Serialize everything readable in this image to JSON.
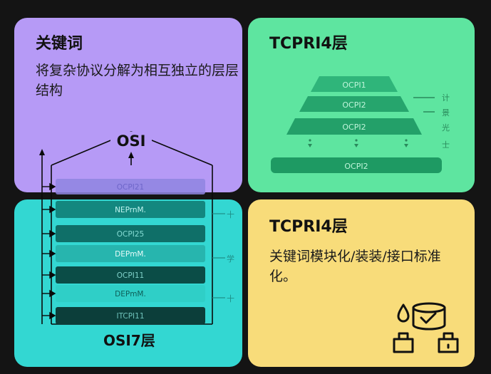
{
  "cards": {
    "keywords": {
      "title": "关键词",
      "body": "将复杂协议分解为相互独立的层层结构"
    },
    "tcp_top": {
      "title": "TCPRI4层",
      "pyramid_labels": [
        "OCPI1",
        "OCPI2",
        "OCPI2",
        "OCPI2"
      ],
      "side_labels": [
        "计",
        "景",
        "光",
        "士"
      ]
    },
    "osi": {
      "top_label": "OSI",
      "bottom_label": "OSI7层",
      "layers": [
        "OCPI21",
        "NEPrnM.",
        "OCPI25",
        "DEPmM.",
        "OCPI11",
        "DEPmM.",
        "ITCPI11"
      ],
      "side_marks": [
        "十",
        "学",
        "十"
      ]
    },
    "tcp_bottom": {
      "title": "TCPRI4层",
      "body": "关键词模块化/装装/接口标准化。"
    }
  },
  "colors": {
    "purple": "#b69af6",
    "green": "#5ee5a0",
    "cyan": "#33d7d2",
    "yellow": "#f8dc7a",
    "dark_teal": "#0e4a44",
    "mid_teal": "#138c83"
  },
  "icons": [
    "storage-stack-icon",
    "droplet-icon"
  ]
}
